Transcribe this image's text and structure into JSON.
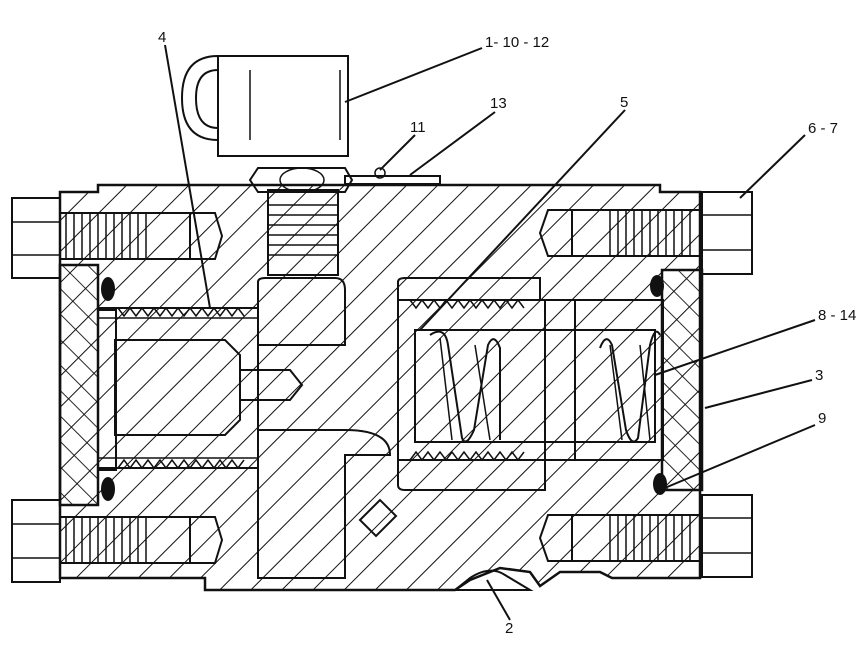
{
  "callouts": {
    "c4": "4",
    "c1_10_12": "1- 10 - 12",
    "c13": "13",
    "c11": "11",
    "c5": "5",
    "c6_7": "6 - 7",
    "c8_14": "8 - 14",
    "c3": "3",
    "c9": "9",
    "c2": "2"
  },
  "colors": {
    "ink": "#111111",
    "paper": "#ffffff"
  }
}
